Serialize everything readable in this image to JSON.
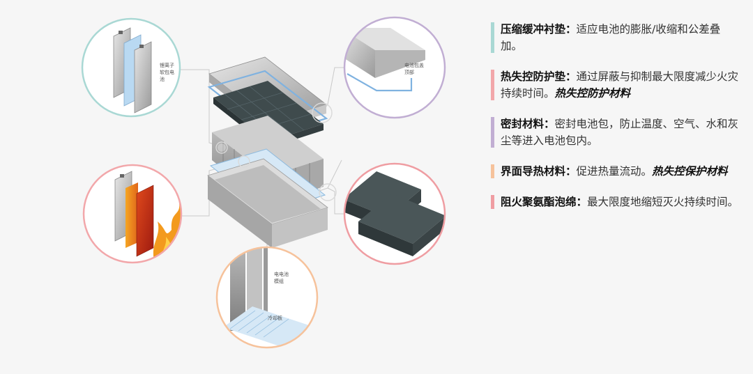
{
  "diagram": {
    "labels": {
      "cell": [
        "锂离子",
        "软包电",
        "池"
      ],
      "pack_top": [
        "电池包盖",
        "顶部"
      ],
      "module": [
        "电电池",
        "模组"
      ],
      "cooling_plate": "冷却板"
    }
  },
  "legend": {
    "items": [
      {
        "title": "压缩缓冲衬垫：",
        "desc": "适应电池的膨胀/收缩和公差叠加。",
        "emphasis": "",
        "color": "#a9d8d4"
      },
      {
        "title": "热失控防护垫：",
        "desc": "通过屏蔽与抑制最大限度减少火灾持续时间。",
        "emphasis": "热失控防护材料",
        "color": "#f2a7aa"
      },
      {
        "title": "密封材料：",
        "desc": "密封电池包，防止温度、空气、水和灰尘等进入电池包内。",
        "emphasis": "",
        "color": "#c1aed3"
      },
      {
        "title": "界面导热材料：",
        "desc": "促进热量流动。",
        "emphasis": "热失控保护材料",
        "color": "#f6c29b"
      },
      {
        "title": "阻火聚氨酯泡绵：",
        "desc": "最大限度地缩短灭火持续时间。",
        "emphasis": "",
        "color": "#ef9da2"
      }
    ]
  }
}
